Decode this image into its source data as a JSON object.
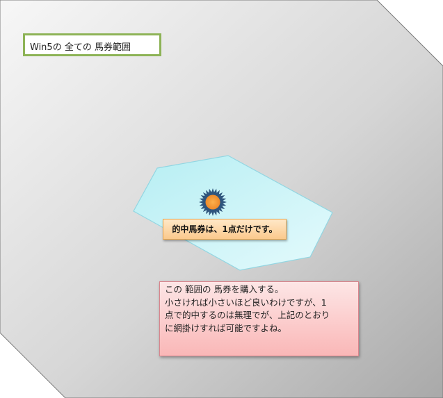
{
  "diagram": {
    "title": "Win5の 全ての 馬券範囲",
    "hit_label": "的中馬券は、1点だけです。",
    "note_lines": [
      "この 範囲の 馬券を購入する。",
      "小さければ小さいほど良いわけですが、1",
      "点で的中するのは無理でが、上記のとおり",
      "に網掛けすれば可能ですよね。"
    ]
  },
  "colors": {
    "background_light": "#f3f3f3",
    "background_dark": "#b3b3b3",
    "title_border": "#8db356",
    "polygon_fill": "#c3f0f4",
    "polygon_stroke": "#8fd3df",
    "starburst_outer": "#2f557d",
    "starburst_inner": "#f39a3a",
    "hit_box_fill": "#fbc98c",
    "note_box_fill": "#fab7b7"
  },
  "icons": {
    "hit_marker": "starburst-icon"
  }
}
